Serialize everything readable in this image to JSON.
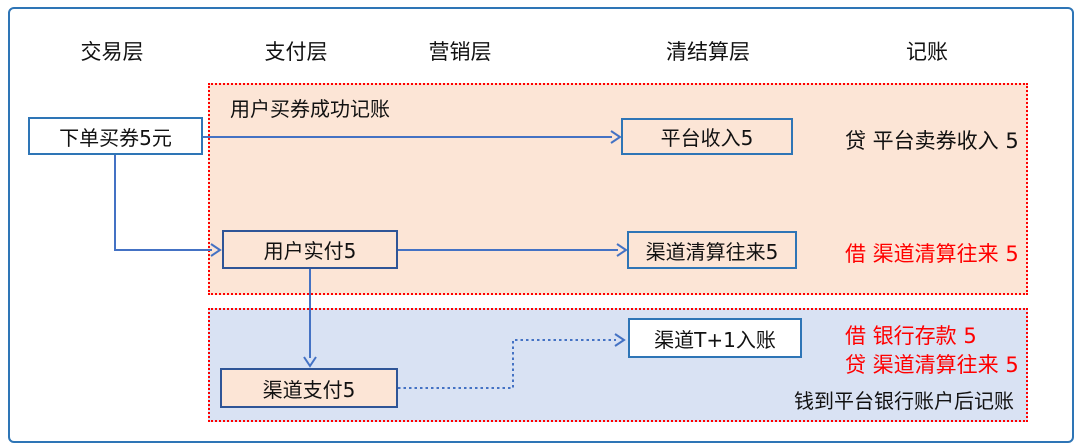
{
  "header": {
    "columns": [
      "交易层",
      "支付层",
      "营销层",
      "清结算层",
      "记账"
    ]
  },
  "groups": {
    "purchase": {
      "title": "用户买券成功记账"
    },
    "settlement": {
      "note": "钱到平台银行账户后记账"
    }
  },
  "nodes": {
    "order": "下单买券5元",
    "platform_income": "平台收入5",
    "user_paid": "用户实付5",
    "channel_clearing": "渠道清算往来5",
    "channel_pay": "渠道支付5",
    "channel_t1": "渠道T+1入账"
  },
  "ledger": {
    "credit_platform": "贷 平台卖券收入 5",
    "debit_channel": "借 渠道清算往来 5",
    "debit_bank": "借 银行存款 5",
    "credit_channel": "贷 渠道清算往来 5"
  },
  "colors": {
    "frame_border": "#2E75B6",
    "arrow_blue": "#4472C4",
    "region_orange_bg": "#FCE5D6",
    "region_blue_bg": "#D9E2F3",
    "dotted_border_red": "#FF0000",
    "ledger_red_text": "#FF0000",
    "node_border_strong": "#2F5597"
  }
}
